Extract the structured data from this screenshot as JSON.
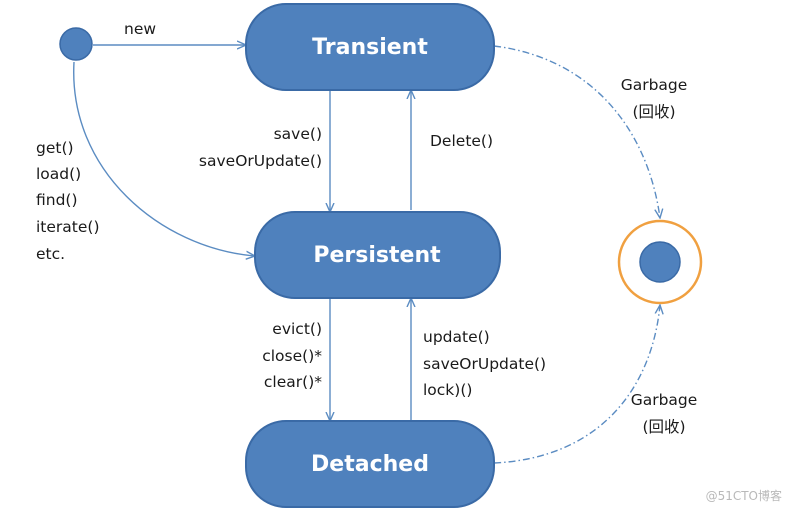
{
  "colors": {
    "state_fill": "#4f81bd",
    "state_stroke": "#3a6aa6",
    "arrow": "#5b8cc2",
    "end_ring": "#f0a040",
    "label_text": "#1a1a1a"
  },
  "states": {
    "transient": "Transient",
    "persistent": "Persistent",
    "detached": "Detached"
  },
  "edges": {
    "new": [
      "new"
    ],
    "start_to_persistent": [
      "get()",
      "load()",
      "find()",
      "iterate()",
      "etc."
    ],
    "transient_to_persistent": [
      "save()",
      "saveOrUpdate()"
    ],
    "persistent_to_transient": [
      "Delete()"
    ],
    "persistent_to_detached": [
      "evict()",
      "close()*",
      "clear()*"
    ],
    "detached_to_persistent": [
      "update()",
      "saveOrUpdate()",
      "lock)()"
    ],
    "transient_garbage": [
      "Garbage",
      "(回收)"
    ],
    "detached_garbage": [
      "Garbage",
      "(回收)"
    ]
  },
  "watermark": "@51CTO博客"
}
